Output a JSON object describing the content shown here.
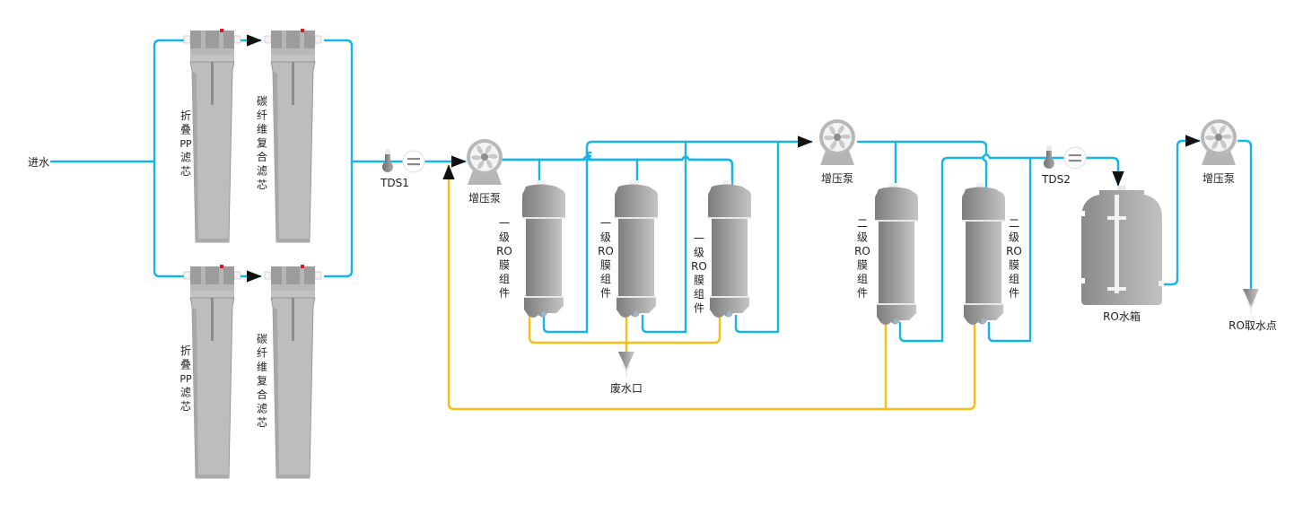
{
  "title": "RO纯水系统流程图",
  "colors": {
    "water_pipe": "#13b5ea",
    "waste_pipe": "#f7be16",
    "equipment": "#9a9a9a",
    "arrow": "#111111"
  },
  "inlet": {
    "label": "进水"
  },
  "filters": [
    {
      "id": "pp-top",
      "label": [
        "折",
        "叠",
        "PP",
        "滤",
        "芯"
      ]
    },
    {
      "id": "carbon-top",
      "label": [
        "碳",
        "纤",
        "维",
        "复",
        "合",
        "滤",
        "芯"
      ]
    },
    {
      "id": "pp-bottom",
      "label": [
        "折",
        "叠",
        "PP",
        "滤",
        "芯"
      ]
    },
    {
      "id": "carbon-bottom",
      "label": [
        "碳",
        "纤",
        "维",
        "复",
        "合",
        "滤",
        "芯"
      ]
    }
  ],
  "sensors": [
    {
      "id": "tds1",
      "label": "TDS1"
    },
    {
      "id": "tds2",
      "label": "TDS2"
    }
  ],
  "pumps": [
    {
      "id": "pump1",
      "label": "增压泵"
    },
    {
      "id": "pump2",
      "label": "增压泵"
    },
    {
      "id": "pump3",
      "label": "增压泵"
    }
  ],
  "membranes": [
    {
      "id": "ro1-a",
      "stage": 1,
      "label": [
        "一",
        "级",
        "RO",
        "膜",
        "组",
        "件"
      ]
    },
    {
      "id": "ro1-b",
      "stage": 1,
      "label": [
        "一",
        "级",
        "RO",
        "膜",
        "组",
        "件"
      ]
    },
    {
      "id": "ro1-c",
      "stage": 1,
      "label": [
        "一",
        "级",
        "RO",
        "膜",
        "组",
        "件"
      ]
    },
    {
      "id": "ro2-a",
      "stage": 2,
      "label": [
        "二",
        "级",
        "RO",
        "膜",
        "组",
        "件"
      ]
    },
    {
      "id": "ro2-b",
      "stage": 2,
      "label": [
        "二",
        "级",
        "RO",
        "膜",
        "组",
        "件"
      ]
    }
  ],
  "outlets": {
    "waste": {
      "label": "废水口"
    },
    "product": {
      "label": "RO取水点"
    }
  },
  "tank": {
    "label": "RO水箱"
  }
}
